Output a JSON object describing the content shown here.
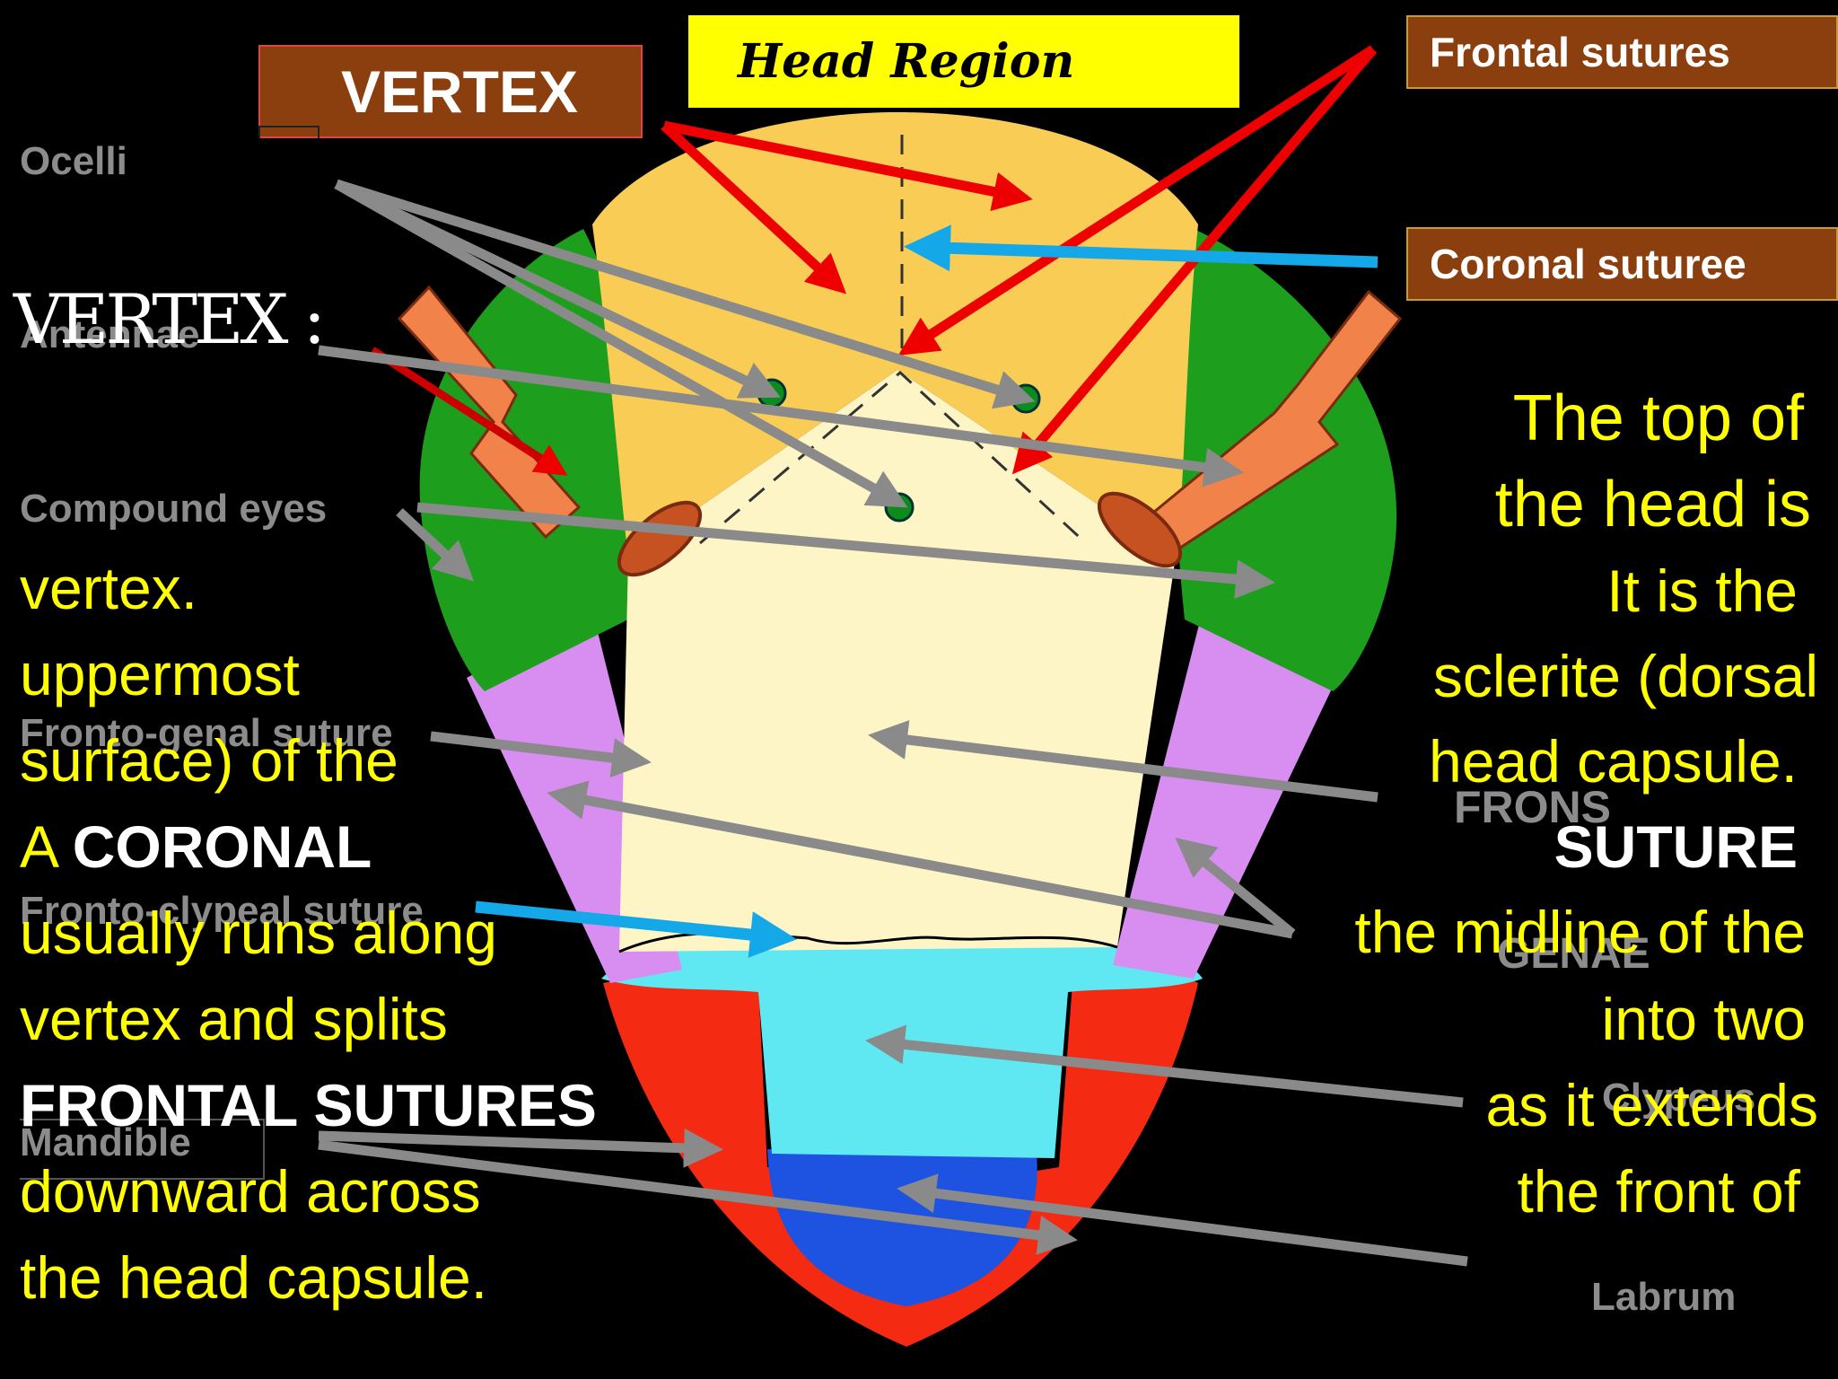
{
  "title": "Head Region",
  "vertex_box": "VERTEX",
  "frontal_box": "Frontal sutures",
  "coronal_box": "Coronal suturee",
  "vertex_heading": "VERTEX :",
  "labels": {
    "ocelli": "Ocelli",
    "antennae": "Antennae",
    "compound_eyes": "Compound eyes",
    "fronto_genal": "Fronto-genal suture",
    "fronto_clypeal": "Fronto-clypeal suture",
    "mandible": "Mandible",
    "frons": "FRONS",
    "genae": "GENAE",
    "clypeus": "Clypeus",
    "labrum": "Labrum"
  },
  "text_right": {
    "r1": "The top of",
    "r2": "the head is",
    "r3": "It is the",
    "r4": "sclerite (dorsal",
    "r5": "head capsule.",
    "r6": "SUTURE",
    "r7": "the midline of the",
    "r8": "into two",
    "r9": "as it extends",
    "r10": "the front of"
  },
  "text_left": {
    "l1": "vertex.",
    "l2": "uppermost",
    "l3": "surface) of the",
    "l4a": "A ",
    "l4b": "CORONAL",
    "l5": "usually runs along",
    "l6": "vertex and splits",
    "l7": "FRONTAL SUTURES",
    "l8": "downward across",
    "l9": "the head capsule."
  },
  "colors": {
    "vertex": "#f8cc55",
    "frons": "#fdf5c6",
    "eye": "#1d9e1d",
    "gena": "#d88ef0",
    "clypeus": "#5fe8f2",
    "labrum": "#1d53e0",
    "mandible": "#f42a12",
    "antenna": "#f0824a",
    "red_arrow": "#ee0000",
    "blue_arrow": "#14a8e8",
    "gray_arrow": "#8a8a8a"
  }
}
